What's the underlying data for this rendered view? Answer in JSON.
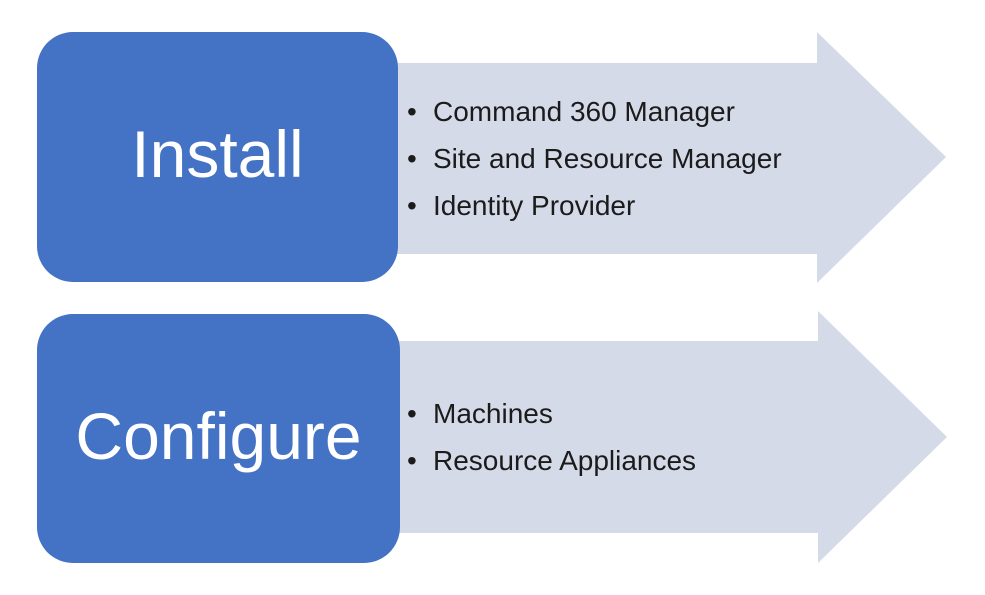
{
  "diagram": {
    "title": "Install and Configure process diagram",
    "bullet_char": "•",
    "colors": {
      "step_box_fill": "#4472C4",
      "step_label_text": "#FFFFFF",
      "arrow_fill": "#D5DAE8",
      "item_text": "#1B1B1B",
      "background": "#FFFFFF"
    },
    "steps": [
      {
        "label": "Install",
        "items": [
          "Command 360 Manager",
          "Site and Resource Manager",
          "Identity Provider"
        ]
      },
      {
        "label": "Configure",
        "items": [
          "Machines",
          "Resource Appliances"
        ]
      }
    ]
  }
}
